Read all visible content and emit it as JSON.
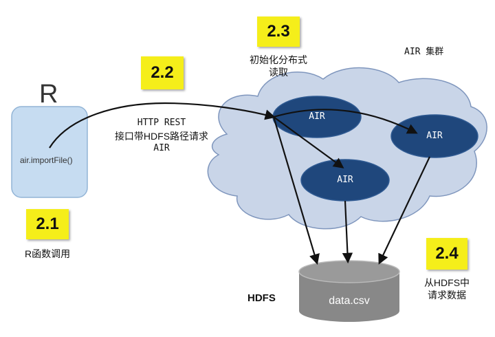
{
  "client": {
    "letter": "R",
    "call": "air.importFile()",
    "step": "2.1",
    "step_desc": "R函数调用"
  },
  "request": {
    "step": "2.2",
    "line1": "HTTP REST",
    "line2": "接口带HDFS路径请求",
    "line3": "AIR"
  },
  "cluster": {
    "step": "2.3",
    "step_line1": "初始化分布式",
    "step_line2": "读取",
    "name": "AIR 集群",
    "nodes": [
      "AIR",
      "AIR",
      "AIR"
    ]
  },
  "storage": {
    "label": "HDFS",
    "file": "data.csv",
    "step": "2.4",
    "step_line1": "从HDFS中",
    "step_line2": "请求数据"
  },
  "colors": {
    "client_fill": "#c6dcf1",
    "client_stroke": "#92b4d6",
    "cloud_fill": "#c9d5e8",
    "cloud_stroke": "#7f96bd",
    "node_fill": "#1f477c",
    "cylinder": "#888888",
    "sticky": "#f5ee1a"
  }
}
